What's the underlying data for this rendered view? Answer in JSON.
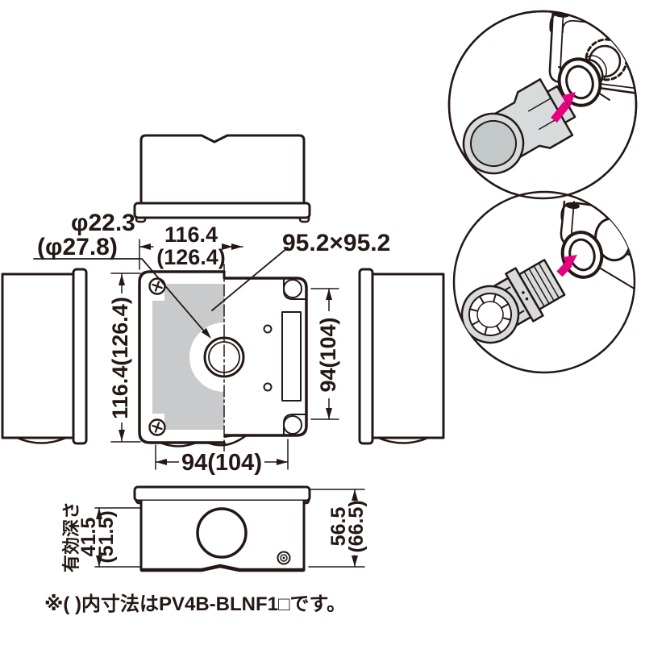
{
  "diagram": {
    "title_note": "※( )内寸法はPV4B-BLNF1□です。",
    "labels": {
      "knockout_dia": "φ22.3",
      "knockout_dia_paren": "(φ27.8)",
      "cover_width": "116.4",
      "cover_width_paren": "(126.4)",
      "cover_height": "116.4(126.4)",
      "body_height": "94(104)",
      "body_width": "94(104)",
      "panel_size": "95.2×95.2",
      "depth_label": "有効深さ",
      "depth_value": "41.5",
      "depth_value_paren": "(51.5)",
      "total_height": "56.5",
      "total_height_paren": "(66.5)"
    },
    "colors": {
      "line": "#231815",
      "cover_panel_gray": "#c9cacb",
      "connector_gray": "#d8dbdb",
      "insert_arrow_magenta": "#e4007f"
    },
    "views": {
      "front": "front-view-composite",
      "top": "top-view",
      "left": "left-side-view",
      "right": "right-side-view",
      "bottom": "bottom-view",
      "detail_top": "connector-insertion-detail",
      "detail_bottom": "quick-connector-insertion-detail"
    }
  }
}
